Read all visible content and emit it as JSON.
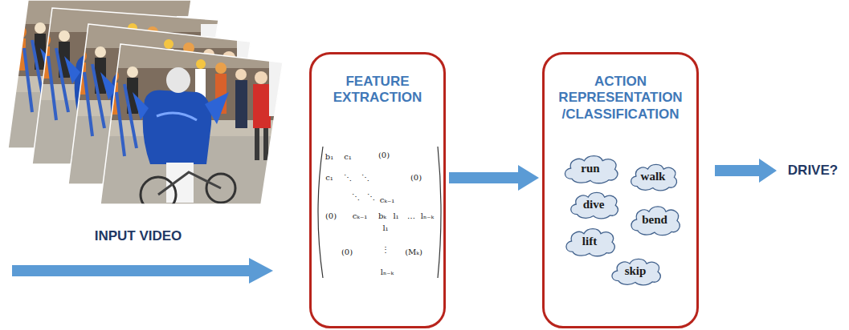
{
  "diagram": {
    "nodes": [
      {
        "text": [
          "FEATURE EXTRACTION"
        ]
      },
      {
        "text": [
          "ACTION REPRESENTATION /CLASSIFICATION"
        ]
      },
      {
        "text": [
          "run"
        ],
        "in": 1
      },
      {
        "text": [
          "walk"
        ],
        "in": 1
      },
      {
        "text": [
          "dive"
        ],
        "in": 1
      },
      {
        "text": [
          "bend"
        ],
        "in": 1
      },
      {
        "text": [
          "lift"
        ],
        "in": 1
      },
      {
        "text": [
          "skip"
        ],
        "in": 1
      }
    ],
    "edges": [
      {
        "from": 0,
        "to": 1,
        "arrow": "to"
      }
    ],
    "labels": [
      "INPUT VIDEO",
      "b₁",
      "c₁",
      "(0)",
      "c₁",
      "⋱",
      "⋱",
      "(0)",
      "⋱",
      "⋱",
      "cₖ₋₁",
      "(0)",
      "cₖ₋₁",
      "bₖ",
      "l₁",
      "…",
      "lₙ₋ₖ",
      "l₁",
      "(0)",
      "⋮",
      "(Mₖ)",
      "lₙ₋ₖ",
      "DRIVE?"
    ]
  }
}
